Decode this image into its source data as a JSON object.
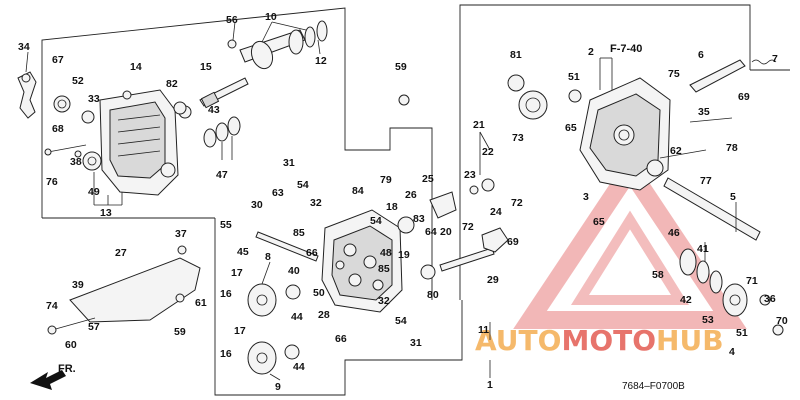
{
  "diagram": {
    "ref_label": "F-7-40",
    "drawing_code": "7684–F0700B",
    "direction_label": "FR.",
    "watermark": {
      "text_a": "AUTO",
      "text_b": "MOTO",
      "text_c": "HUB",
      "color_a": "#f2a23a",
      "color_b": "#e0463c",
      "color_c": "#f2a23a"
    },
    "labels": [
      {
        "id": "l1",
        "text": "1"
      },
      {
        "id": "l2",
        "text": "2"
      },
      {
        "id": "l3",
        "text": "3"
      },
      {
        "id": "l4",
        "text": "4"
      },
      {
        "id": "l5",
        "text": "5"
      },
      {
        "id": "l6",
        "text": "6"
      },
      {
        "id": "l7",
        "text": "7"
      },
      {
        "id": "l8",
        "text": "8"
      },
      {
        "id": "l9",
        "text": "9"
      },
      {
        "id": "l10",
        "text": "10"
      },
      {
        "id": "l11",
        "text": "11"
      },
      {
        "id": "l12",
        "text": "12"
      },
      {
        "id": "l13",
        "text": "13"
      },
      {
        "id": "l14",
        "text": "14"
      },
      {
        "id": "l15",
        "text": "15"
      },
      {
        "id": "l16a",
        "text": "16"
      },
      {
        "id": "l16b",
        "text": "16"
      },
      {
        "id": "l17a",
        "text": "17"
      },
      {
        "id": "l17b",
        "text": "17"
      },
      {
        "id": "l18",
        "text": "18"
      },
      {
        "id": "l19",
        "text": "19"
      },
      {
        "id": "l20",
        "text": "20"
      },
      {
        "id": "l21",
        "text": "21"
      },
      {
        "id": "l22",
        "text": "22"
      },
      {
        "id": "l23",
        "text": "23"
      },
      {
        "id": "l24",
        "text": "24"
      },
      {
        "id": "l25",
        "text": "25"
      },
      {
        "id": "l26",
        "text": "26"
      },
      {
        "id": "l27",
        "text": "27"
      },
      {
        "id": "l28",
        "text": "28"
      },
      {
        "id": "l29",
        "text": "29"
      },
      {
        "id": "l30",
        "text": "30"
      },
      {
        "id": "l31a",
        "text": "31"
      },
      {
        "id": "l31b",
        "text": "31"
      },
      {
        "id": "l32a",
        "text": "32"
      },
      {
        "id": "l32b",
        "text": "32"
      },
      {
        "id": "l33",
        "text": "33"
      },
      {
        "id": "l34",
        "text": "34"
      },
      {
        "id": "l35",
        "text": "35"
      },
      {
        "id": "l36",
        "text": "36"
      },
      {
        "id": "l37",
        "text": "37"
      },
      {
        "id": "l38",
        "text": "38"
      },
      {
        "id": "l39",
        "text": "39"
      },
      {
        "id": "l40",
        "text": "40"
      },
      {
        "id": "l41",
        "text": "41"
      },
      {
        "id": "l42",
        "text": "42"
      },
      {
        "id": "l43",
        "text": "43"
      },
      {
        "id": "l44a",
        "text": "44"
      },
      {
        "id": "l44b",
        "text": "44"
      },
      {
        "id": "l45",
        "text": "45"
      },
      {
        "id": "l46",
        "text": "46"
      },
      {
        "id": "l47",
        "text": "47"
      },
      {
        "id": "l48",
        "text": "48"
      },
      {
        "id": "l49",
        "text": "49"
      },
      {
        "id": "l50",
        "text": "50"
      },
      {
        "id": "l51a",
        "text": "51"
      },
      {
        "id": "l51b",
        "text": "51"
      },
      {
        "id": "l52",
        "text": "52"
      },
      {
        "id": "l53",
        "text": "53"
      },
      {
        "id": "l54a",
        "text": "54"
      },
      {
        "id": "l54b",
        "text": "54"
      },
      {
        "id": "l54c",
        "text": "54"
      },
      {
        "id": "l55",
        "text": "55"
      },
      {
        "id": "l56",
        "text": "56"
      },
      {
        "id": "l57",
        "text": "57"
      },
      {
        "id": "l58",
        "text": "58"
      },
      {
        "id": "l59a",
        "text": "59"
      },
      {
        "id": "l59b",
        "text": "59"
      },
      {
        "id": "l60",
        "text": "60"
      },
      {
        "id": "l61",
        "text": "61"
      },
      {
        "id": "l62",
        "text": "62"
      },
      {
        "id": "l63",
        "text": "63"
      },
      {
        "id": "l64",
        "text": "64"
      },
      {
        "id": "l65a",
        "text": "65"
      },
      {
        "id": "l65b",
        "text": "65"
      },
      {
        "id": "l66a",
        "text": "66"
      },
      {
        "id": "l66b",
        "text": "66"
      },
      {
        "id": "l67",
        "text": "67"
      },
      {
        "id": "l68",
        "text": "68"
      },
      {
        "id": "l69a",
        "text": "69"
      },
      {
        "id": "l69b",
        "text": "69"
      },
      {
        "id": "l70",
        "text": "70"
      },
      {
        "id": "l71",
        "text": "71"
      },
      {
        "id": "l72a",
        "text": "72"
      },
      {
        "id": "l72b",
        "text": "72"
      },
      {
        "id": "l73",
        "text": "73"
      },
      {
        "id": "l74",
        "text": "74"
      },
      {
        "id": "l75",
        "text": "75"
      },
      {
        "id": "l76",
        "text": "76"
      },
      {
        "id": "l77",
        "text": "77"
      },
      {
        "id": "l78",
        "text": "78"
      },
      {
        "id": "l79",
        "text": "79"
      },
      {
        "id": "l80",
        "text": "80"
      },
      {
        "id": "l81",
        "text": "81"
      },
      {
        "id": "l82",
        "text": "82"
      },
      {
        "id": "l83",
        "text": "83"
      },
      {
        "id": "l84",
        "text": "84"
      },
      {
        "id": "l85a",
        "text": "85"
      },
      {
        "id": "l85b",
        "text": "85"
      }
    ]
  }
}
